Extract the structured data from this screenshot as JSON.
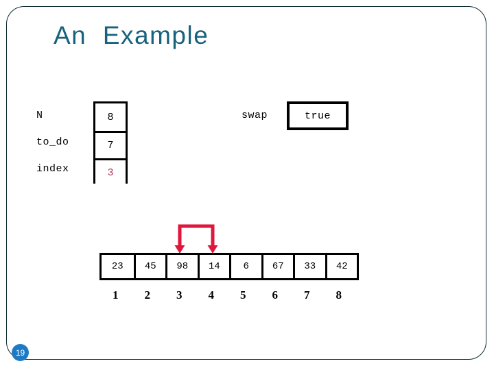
{
  "slide": {
    "title": "An  Example",
    "page_number": "19",
    "accent_color": "#17627c",
    "badge_color": "#1f7ac4",
    "highlight_color": "#b03a52",
    "arrow_color": "#e0173c"
  },
  "variables": [
    {
      "name": "N",
      "value": "8",
      "highlighted": false
    },
    {
      "name": "to_do",
      "value": "7",
      "highlighted": false
    },
    {
      "name": "index",
      "value": "3",
      "highlighted": true
    }
  ],
  "flag": {
    "label": "swap",
    "value": "true"
  },
  "array": {
    "values": [
      "23",
      "45",
      "98",
      "14",
      "6",
      "67",
      "33",
      "42"
    ],
    "indices": [
      "1",
      "2",
      "3",
      "4",
      "5",
      "6",
      "7",
      "8"
    ]
  },
  "arrow": {
    "name": "comparison-arrow",
    "points_to_indices": [
      "3",
      "4"
    ]
  }
}
